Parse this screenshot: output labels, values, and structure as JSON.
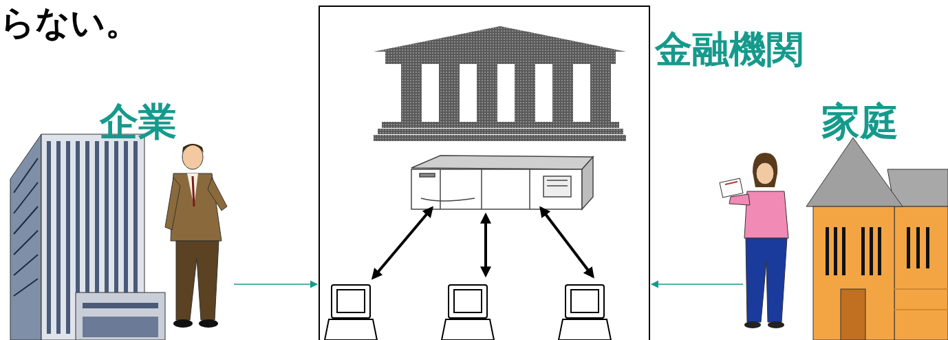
{
  "diagram": {
    "nodes": [
      {
        "text": [
          "金融機関"
        ]
      },
      {
        "text": [
          "企業"
        ]
      },
      {
        "text": [
          "家庭"
        ]
      }
    ],
    "edges": [
      {
        "from": 1,
        "to": 0,
        "arrow": "to"
      },
      {
        "from": 2,
        "to": 0,
        "arrow": "to"
      }
    ],
    "labels": [
      "らない。"
    ]
  }
}
